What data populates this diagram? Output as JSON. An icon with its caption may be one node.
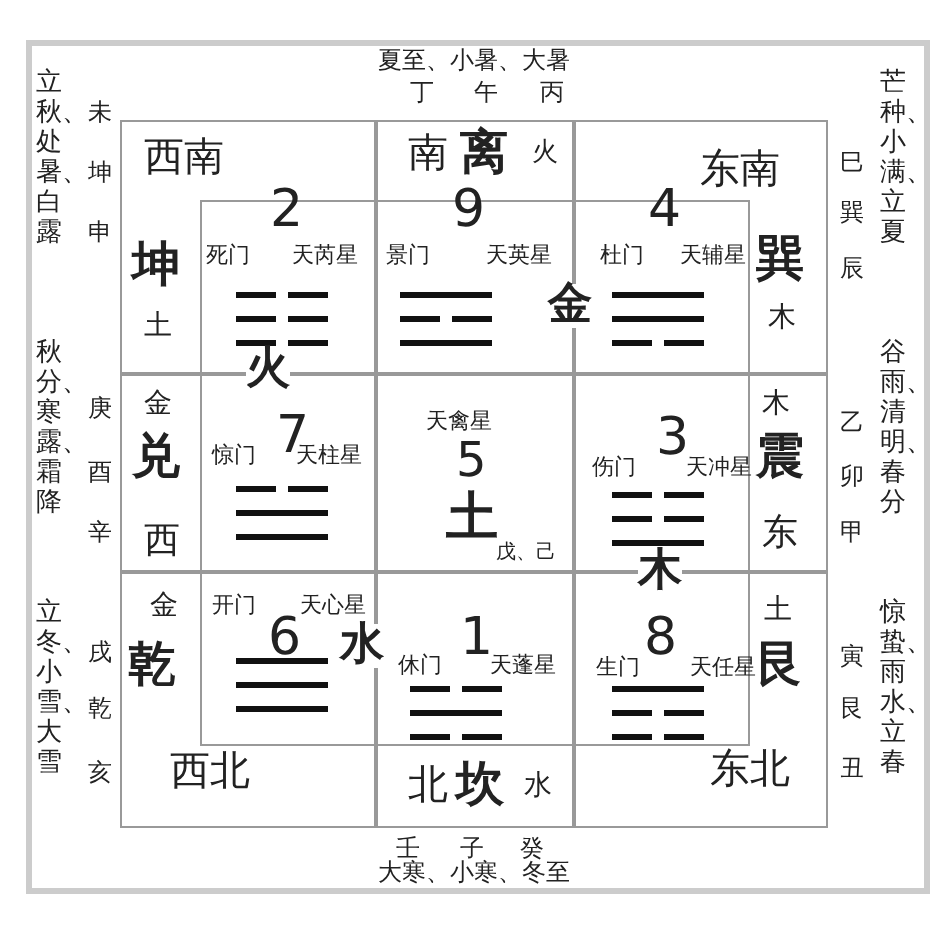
{
  "diagram": {
    "nodes": [
      {
        "text": [
          "西南",
          "2",
          "坤",
          "死门",
          "天芮星",
          "土"
        ]
      },
      {
        "text": [
          "南",
          "离",
          "火",
          "9",
          "景门",
          "天英星"
        ]
      },
      {
        "text": [
          "东南",
          "4",
          "杜门",
          "天辅星",
          "巽",
          "木"
        ]
      },
      {
        "text": [
          "金",
          "7",
          "兑",
          "惊门",
          "天柱星",
          "西"
        ]
      },
      {
        "text": [
          "天禽星",
          "5",
          "土",
          "戊、己"
        ]
      },
      {
        "text": [
          "木",
          "3",
          "伤门",
          "天冲星",
          "震",
          "东"
        ]
      },
      {
        "text": [
          "金",
          "开门",
          "天心星",
          "6",
          "乾",
          "西北"
        ]
      },
      {
        "text": [
          "1",
          "休门",
          "天蓬星",
          "北",
          "坎",
          "水"
        ]
      },
      {
        "text": [
          "土",
          "8",
          "生门",
          "天任星",
          "艮",
          "东北"
        ]
      }
    ],
    "labels": [
      "夏至、小暑、大暑",
      "丁",
      "午",
      "丙",
      "立秋、处暑、白露",
      "未",
      "坤",
      "申",
      "芒种、小满、立夏",
      "巳",
      "巽",
      "辰",
      "火",
      "金",
      "秋分、寒露、霜降",
      "庚",
      "酉",
      "辛",
      "谷雨、清明、春分",
      "乙",
      "卯",
      "甲",
      "木",
      "水",
      "立冬、小雪、大雪",
      "戌",
      "乾",
      "亥",
      "惊蛰、雨水、立春",
      "寅",
      "艮",
      "丑",
      "壬",
      "子",
      "癸",
      "大寒、小寒、冬至"
    ]
  }
}
